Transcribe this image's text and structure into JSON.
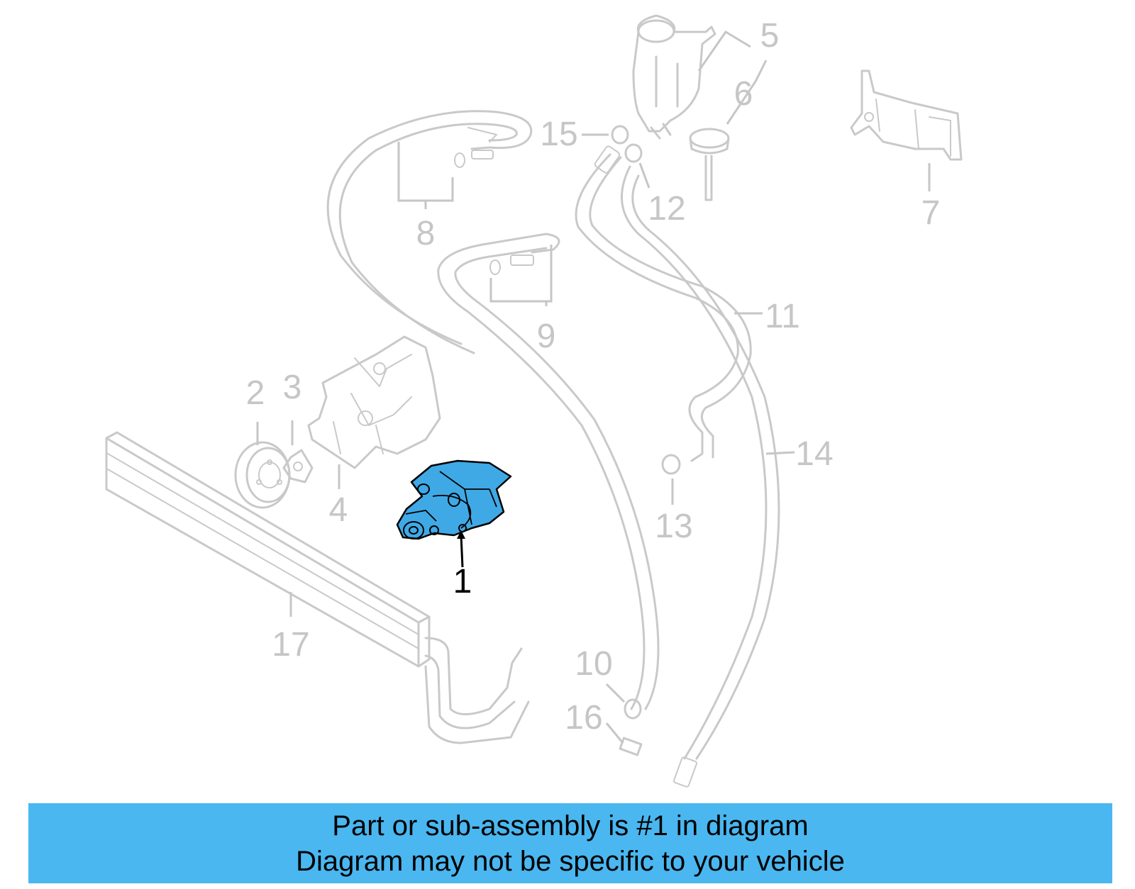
{
  "diagram": {
    "highlight_color": "#3fa9e6",
    "ghost_color": "#c9c9c9",
    "callouts": [
      {
        "id": "1",
        "label": "1",
        "highlighted": true
      },
      {
        "id": "2",
        "label": "2"
      },
      {
        "id": "3",
        "label": "3"
      },
      {
        "id": "4",
        "label": "4"
      },
      {
        "id": "5",
        "label": "5"
      },
      {
        "id": "6",
        "label": "6"
      },
      {
        "id": "7",
        "label": "7"
      },
      {
        "id": "8",
        "label": "8"
      },
      {
        "id": "9",
        "label": "9"
      },
      {
        "id": "10",
        "label": "10"
      },
      {
        "id": "11",
        "label": "11"
      },
      {
        "id": "12",
        "label": "12"
      },
      {
        "id": "13",
        "label": "13"
      },
      {
        "id": "14",
        "label": "14"
      },
      {
        "id": "15",
        "label": "15"
      },
      {
        "id": "16",
        "label": "16"
      },
      {
        "id": "17",
        "label": "17"
      }
    ]
  },
  "banner": {
    "color": "#4ab7f0",
    "line1": "Part or sub-assembly is #1 in diagram",
    "line2": "Diagram may not be specific to your vehicle"
  }
}
